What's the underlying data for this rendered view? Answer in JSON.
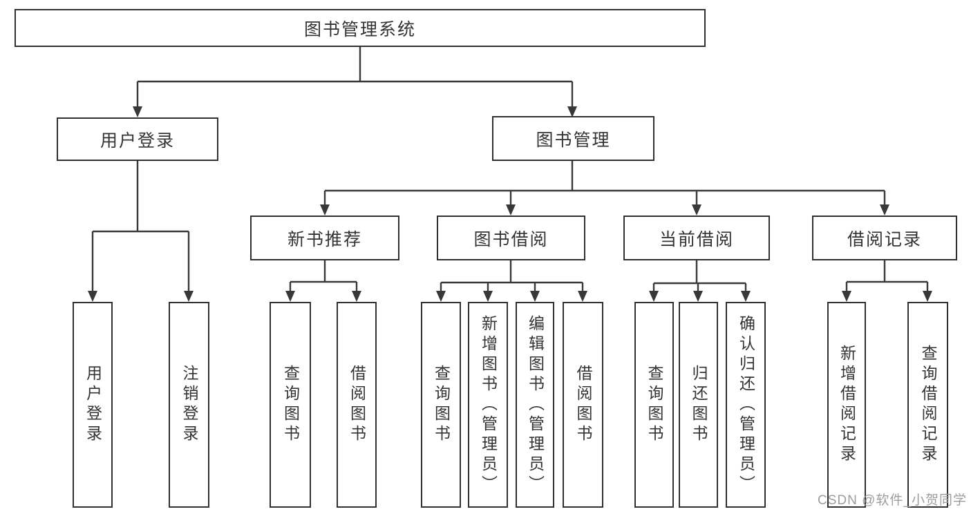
{
  "diagram": {
    "root": {
      "label": "图书管理系统"
    },
    "branches": [
      {
        "label": "用户登录"
      },
      {
        "label": "图书管理"
      }
    ],
    "modules": [
      {
        "label": "新书推荐",
        "parent": "图书管理"
      },
      {
        "label": "图书借阅",
        "parent": "图书管理"
      },
      {
        "label": "当前借阅",
        "parent": "图书管理"
      },
      {
        "label": "借阅记录",
        "parent": "图书管理"
      }
    ],
    "functions": [
      {
        "label": "用户登录",
        "parent": "用户登录"
      },
      {
        "label": "注销登录",
        "parent": "用户登录"
      },
      {
        "label": "查询图书",
        "parent": "新书推荐"
      },
      {
        "label": "借阅图书",
        "parent": "新书推荐"
      },
      {
        "label": "查询图书",
        "parent": "图书借阅"
      },
      {
        "label": "新增图书（管理员）",
        "parent": "图书借阅"
      },
      {
        "label": "编辑图书（管理员）",
        "parent": "图书借阅"
      },
      {
        "label": "借阅图书",
        "parent": "图书借阅"
      },
      {
        "label": "查询图书",
        "parent": "当前借阅"
      },
      {
        "label": "归还图书",
        "parent": "当前借阅"
      },
      {
        "label": "确认归还（管理员）",
        "parent": "当前借阅"
      },
      {
        "label": "新增借阅记录",
        "parent": "借阅记录"
      },
      {
        "label": "查询借阅记录",
        "parent": "借阅记录"
      }
    ],
    "watermark": {
      "text": "CSDN @软件_小贺同学"
    },
    "colors": {
      "line": "#383838",
      "box_border": "#2f2f2f",
      "box_fill": "#ffffff",
      "text": "#333333",
      "watermark": "#9c9c9c",
      "background": "#ffffff"
    }
  }
}
